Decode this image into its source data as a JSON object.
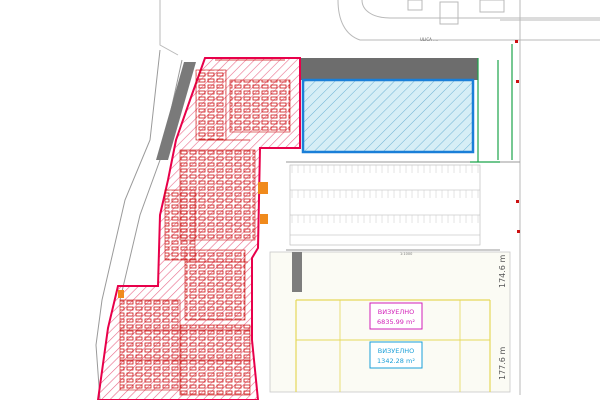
{
  "labels": {
    "street_top": "ULICA ....",
    "area_pink_l1": "ВИЗУЕЛНО",
    "area_pink_l2": "6835.99 m²",
    "area_cyan_l1": "ВИЗУЕЛНО",
    "area_cyan_l2": "1342.28 m²",
    "dim_upper": "174.6 m",
    "dim_lower": "177.6 m",
    "site_note": "1:1000"
  },
  "colors": {
    "boundary": "#e8004a",
    "hatch": "#e86a8a",
    "furniture": "#cc1010",
    "cyan_zone": "#1a7fd8",
    "cyan_fill": "#bfe6f2",
    "green_line": "#1aa34a",
    "dark_strip": "#6d6d6d",
    "yellow": "#e5d85a",
    "magenta_label": "#d21fb8",
    "cyan_label": "#1a9fd8"
  }
}
